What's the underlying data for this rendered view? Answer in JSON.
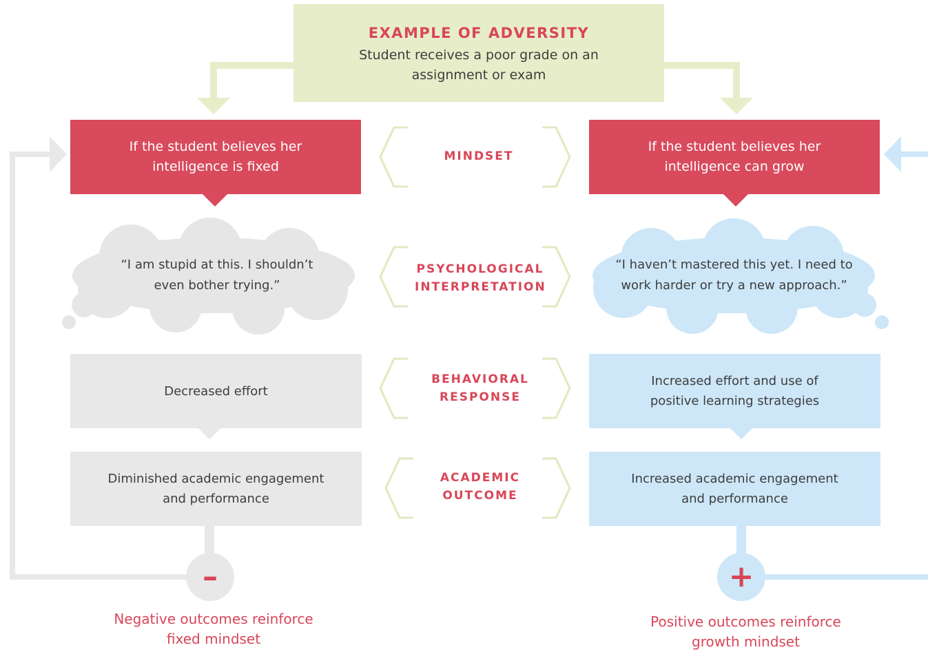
{
  "adversity": {
    "title": "EXAMPLE OF ADVERSITY",
    "text": "Student receives a poor grade on an assignment or exam"
  },
  "stages": [
    {
      "label": "MINDSET"
    },
    {
      "label": "PSYCHOLOGICAL INTERPRETATION"
    },
    {
      "label": "BEHAVIORAL RESPONSE"
    },
    {
      "label": "ACADEMIC OUTCOME"
    }
  ],
  "fixed_path": {
    "mindset": "If the student believes her intelligence is fixed",
    "thought": "“I am stupid at this. I shouldn’t even bother trying.”",
    "behavior": "Decreased effort",
    "outcome": "Diminished academic engagement and performance",
    "sign": "–",
    "feedback": "Negative outcomes reinforce fixed mindset"
  },
  "growth_path": {
    "mindset": "If the student believes her intelligence can grow",
    "thought": "“I haven’t mastered this yet. I need to work harder or try a new approach.”",
    "behavior": "Increased effort and use of positive learning strategies",
    "outcome": "Increased academic engagement and performance",
    "sign": "+",
    "feedback": "Positive outcomes reinforce growth mindset"
  },
  "colors": {
    "accent_red": "#d84a5c",
    "adversity_bg": "#e8edc9",
    "fixed_gray": "#e8e8e8",
    "growth_blue": "#cde7f8",
    "bracket": "#e2e8c0"
  }
}
